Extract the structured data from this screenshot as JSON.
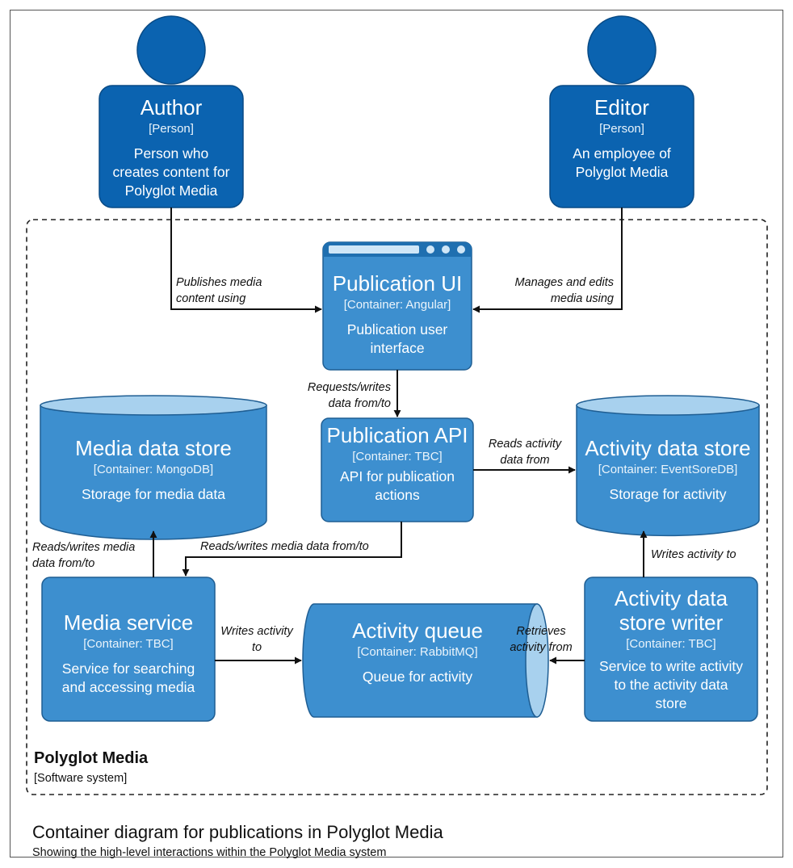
{
  "title": "Container diagram for publications in Polyglot Media",
  "subtitle": "Showing the high-level interactions within the Polyglot Media system",
  "boundary": {
    "name": "Polyglot Media",
    "type": "[Software system]"
  },
  "colors": {
    "person": "#0b63b0",
    "person_stroke": "#084a85",
    "container": "#3d8fcf",
    "container_stroke": "#1f5e93",
    "cylinder_top": "#a8d1ee",
    "text": "#ffffff",
    "line": "#111111"
  },
  "nodes": {
    "author": {
      "name": "Author",
      "type": "[Person]",
      "desc": "Person who creates content for Polyglot Media"
    },
    "editor": {
      "name": "Editor",
      "type": "[Person]",
      "desc": "An employee of Polyglot Media"
    },
    "publication_ui": {
      "name": "Publication UI",
      "type": "[Container: Angular]",
      "desc": "Publication user interface"
    },
    "publication_api": {
      "name": "Publication API",
      "type": "[Container: TBC]",
      "desc": "API for publication actions"
    },
    "media_data_store": {
      "name": "Media data store",
      "type": "[Container: MongoDB]",
      "desc": "Storage for media data"
    },
    "activity_data_store": {
      "name": "Activity data store",
      "type": "[Container: EventSoreDB]",
      "desc": "Storage for activity"
    },
    "media_service": {
      "name": "Media service",
      "type": "[Container: TBC]",
      "desc": "Service for searching and accessing media"
    },
    "activity_queue": {
      "name": "Activity queue",
      "type": "[Container: RabbitMQ]",
      "desc": "Queue for activity"
    },
    "activity_writer": {
      "name": "Activity data store writer",
      "type": "[Container: TBC]",
      "desc": "Service to write activity to the activity data store"
    }
  },
  "edges": {
    "author_ui": "Publishes media content using",
    "editor_ui": "Manages and edits media using",
    "ui_api": "Requests/writes data from/to",
    "api_activity_store": "Reads activity data from",
    "api_media_service": "Reads/writes media data from/to",
    "media_service_store": "Reads/writes media data from/to",
    "media_service_queue": "Writes activity to",
    "writer_queue": "Retrieves activity from",
    "writer_store": "Writes activity to"
  }
}
